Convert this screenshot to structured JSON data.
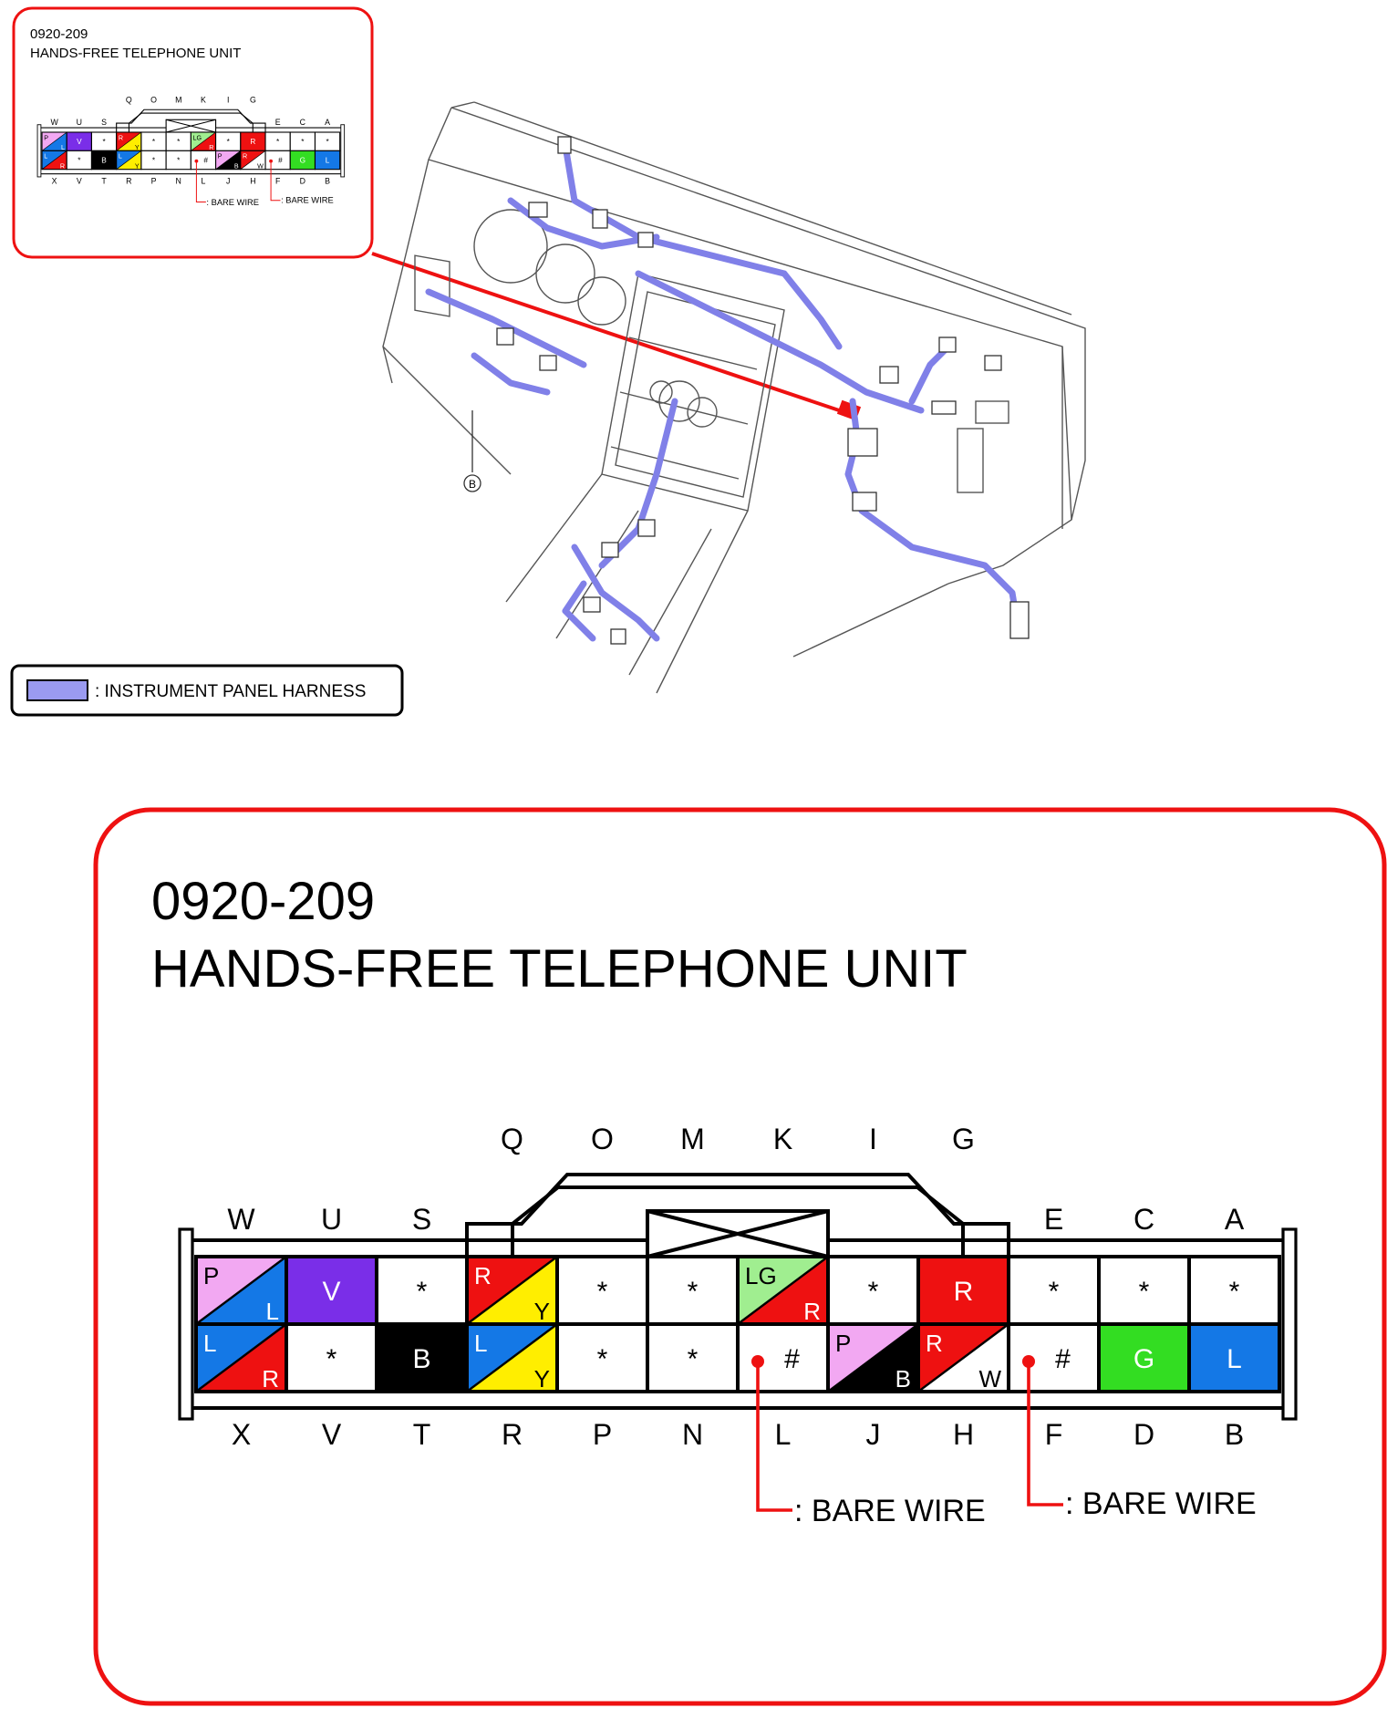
{
  "connector": {
    "code": "0920-209",
    "name": "HANDS-FREE TELEPHONE UNIT",
    "top_row_labels": [
      "W",
      "U",
      "S",
      "",
      "",
      "",
      "",
      "",
      "",
      "E",
      "C",
      "A"
    ],
    "upper_labels": [
      "Q",
      "O",
      "M",
      "K",
      "I",
      "G"
    ],
    "bottom_row_labels": [
      "X",
      "V",
      "T",
      "R",
      "P",
      "N",
      "L",
      "J",
      "H",
      "F",
      "D",
      "B"
    ],
    "row1": [
      {
        "type": "diag",
        "c1": "P",
        "c2": "L",
        "col1": "#f2a8f2",
        "col2": "#1478e6"
      },
      {
        "type": "solid",
        "t": "V",
        "col": "#7a2ee8",
        "fg": "#ffffff"
      },
      {
        "type": "blank",
        "t": "*"
      },
      {
        "type": "diag",
        "c1": "R",
        "c2": "Y",
        "col1": "#ee1111",
        "col2": "#ffee00"
      },
      {
        "type": "blank",
        "t": "*"
      },
      {
        "type": "blank",
        "t": "*"
      },
      {
        "type": "diag",
        "c1": "LG",
        "c2": "R",
        "col1": "#a0ee90",
        "col2": "#ee1111"
      },
      {
        "type": "blank",
        "t": "*"
      },
      {
        "type": "solid",
        "t": "R",
        "col": "#ee1111",
        "fg": "#ffffff"
      },
      {
        "type": "blank",
        "t": "*"
      },
      {
        "type": "blank",
        "t": "*"
      },
      {
        "type": "blank",
        "t": "*"
      }
    ],
    "row2": [
      {
        "type": "diag",
        "c1": "L",
        "c2": "R",
        "col1": "#1478e6",
        "col2": "#ee1111"
      },
      {
        "type": "blank",
        "t": "*"
      },
      {
        "type": "solid",
        "t": "B",
        "col": "#000000",
        "fg": "#ffffff"
      },
      {
        "type": "diag",
        "c1": "L",
        "c2": "Y",
        "col1": "#1478e6",
        "col2": "#ffee00"
      },
      {
        "type": "blank",
        "t": "*"
      },
      {
        "type": "blank",
        "t": "*"
      },
      {
        "type": "blank",
        "t": "#",
        "dot": true
      },
      {
        "type": "diag",
        "c1": "P",
        "c2": "B",
        "col1": "#f2a8f2",
        "col2": "#000000"
      },
      {
        "type": "diag",
        "c1": "R",
        "c2": "W",
        "col1": "#ee1111",
        "col2": "#ffffff"
      },
      {
        "type": "blank",
        "t": "#",
        "dot": true
      },
      {
        "type": "solid",
        "t": "G",
        "col": "#33dd22",
        "fg": "#ffffff"
      },
      {
        "type": "solid",
        "t": "L",
        "col": "#1478e6",
        "fg": "#ffffff"
      }
    ],
    "bare_wire_label": ": BARE WIRE"
  },
  "legend": {
    "harness_label": ": INSTRUMENT PANEL HARNESS",
    "harness_color": "#9a9af0"
  },
  "locator_mark": "B",
  "colors": {
    "frame": "#ee1111",
    "harness": "#8080e8"
  }
}
